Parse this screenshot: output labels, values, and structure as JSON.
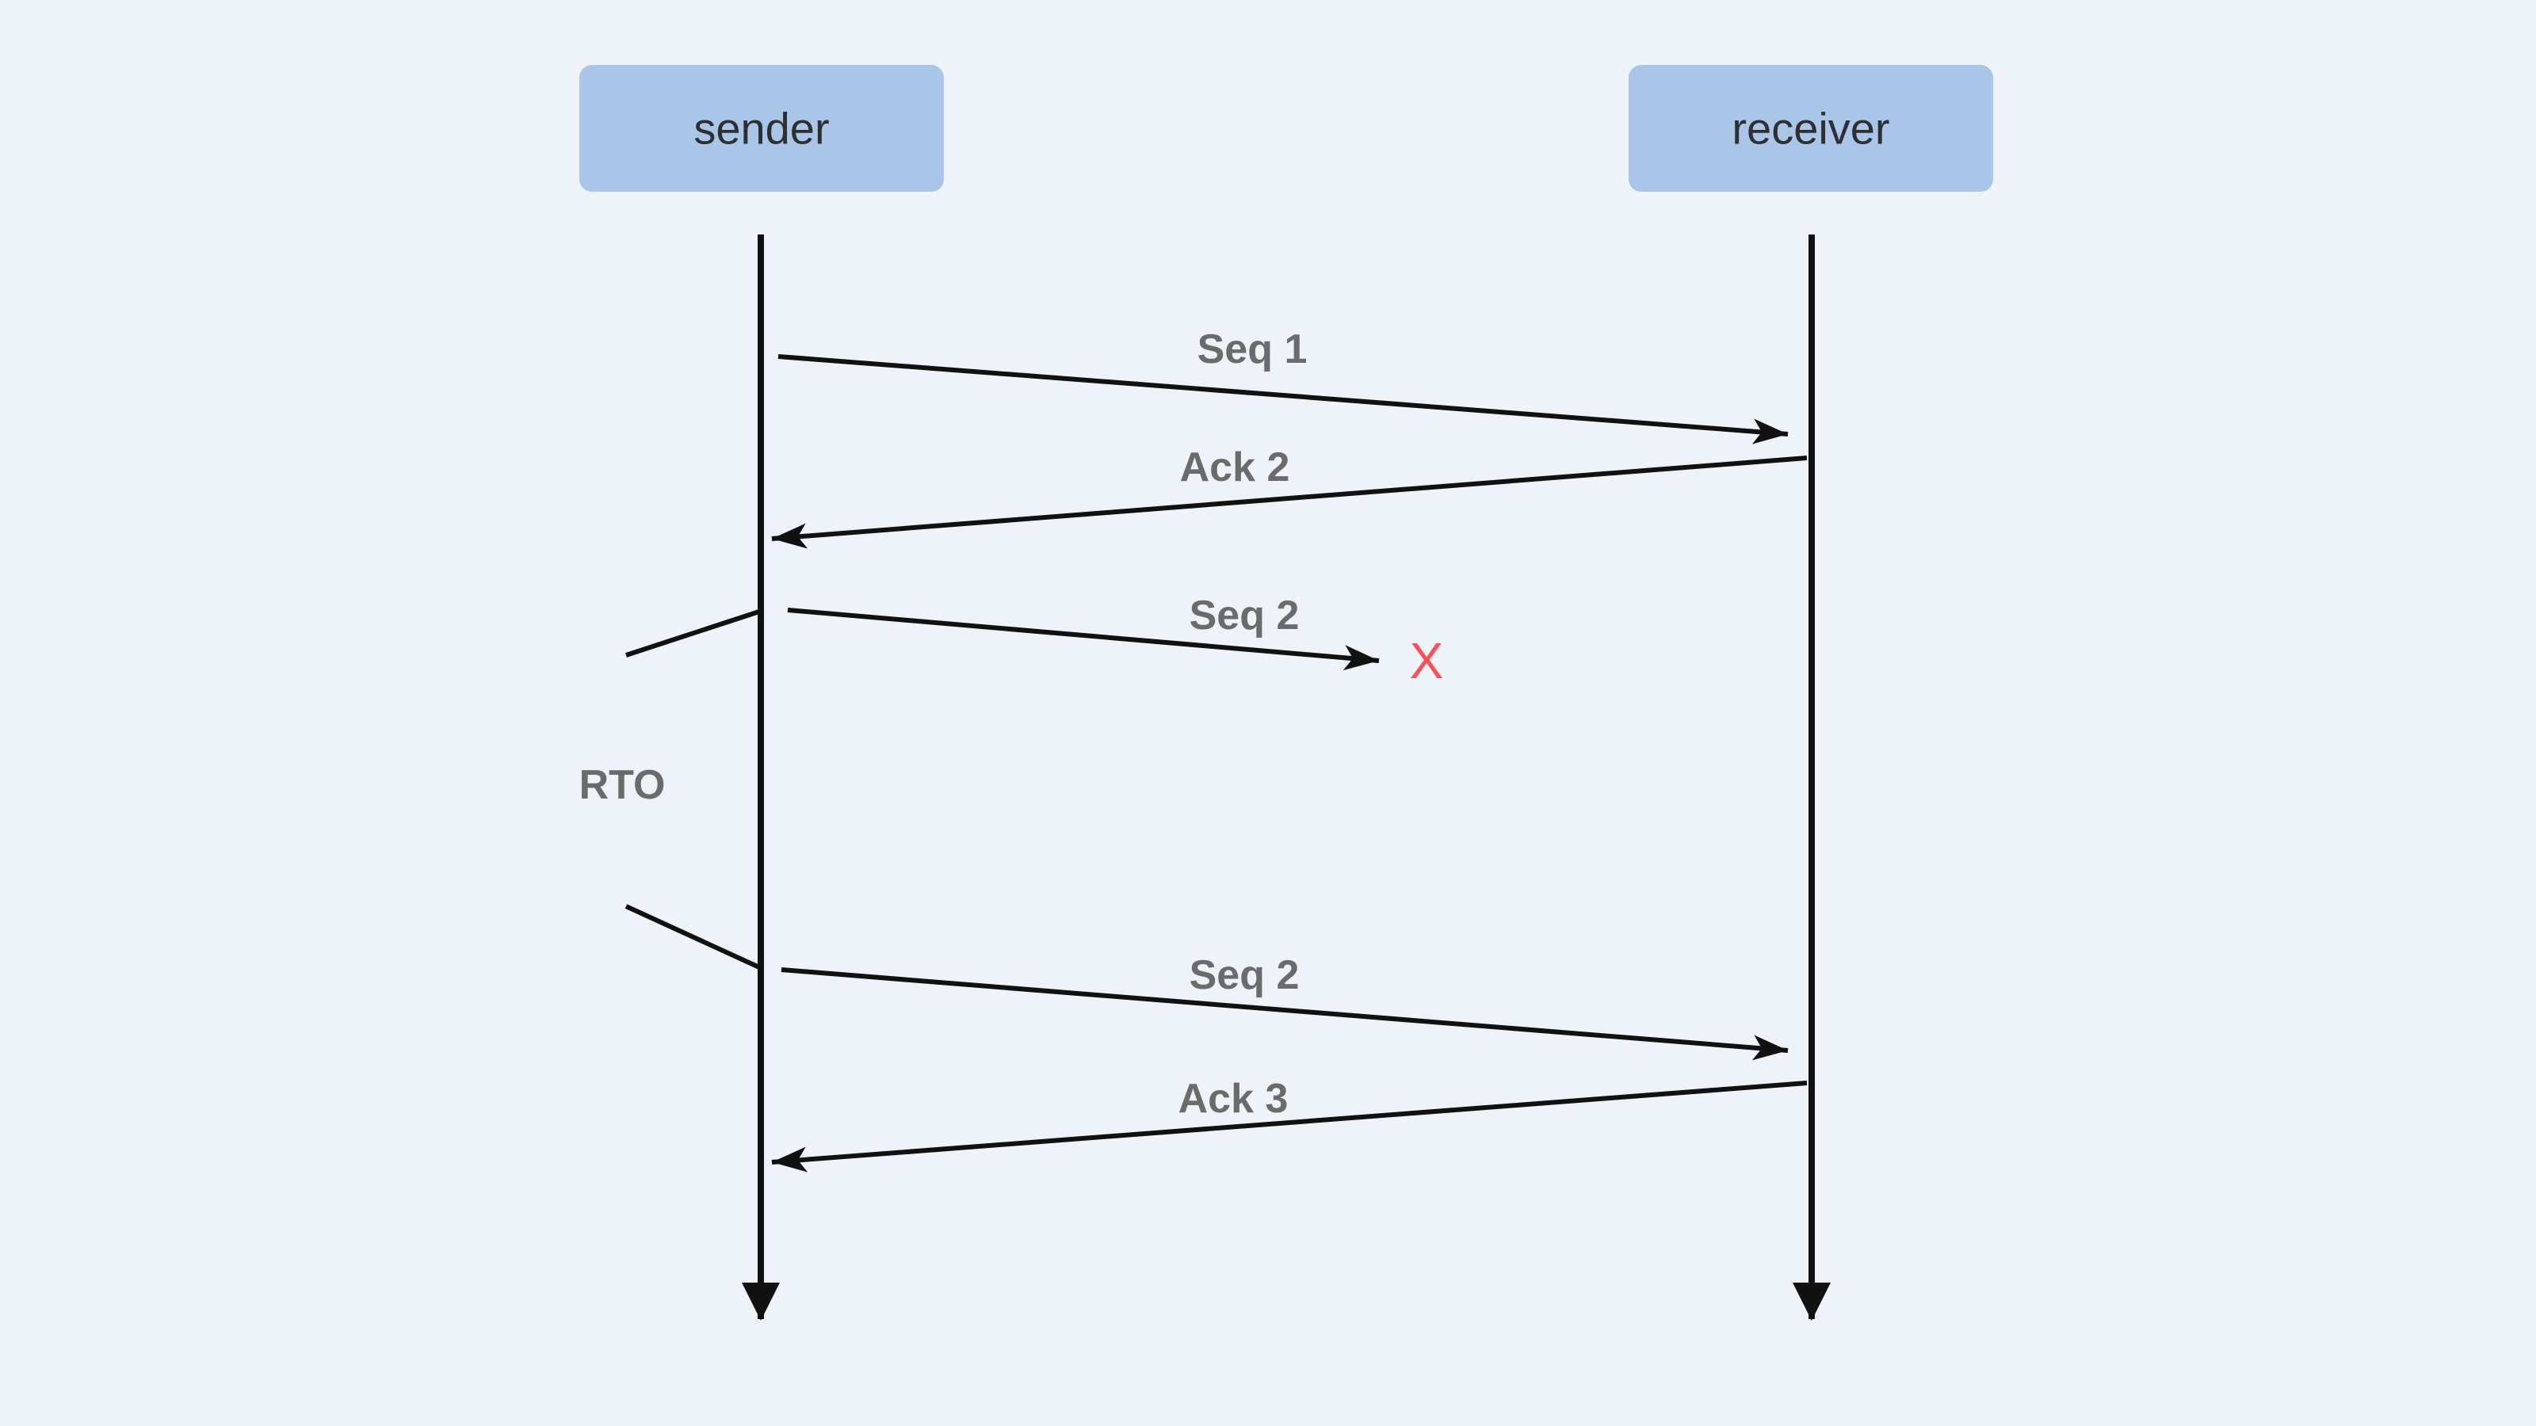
{
  "diagram": {
    "title_semantics": "TCP retransmission timeout sequence diagram",
    "colors": {
      "background": "#eef2f9",
      "actor_fill": "#a9c5e8",
      "actor_text": "#2d2f33",
      "line": "#111111",
      "label": "#6b6b6b",
      "loss": "#fb5156"
    },
    "actors": {
      "sender": "sender",
      "receiver": "receiver"
    },
    "messages": {
      "seq1": "Seq 1",
      "ack2": "Ack 2",
      "seq2_lost": "Seq 2",
      "lost_marker": "X",
      "rto": "RTO",
      "seq2_retransmit": "Seq 2",
      "ack3": "Ack 3"
    }
  }
}
